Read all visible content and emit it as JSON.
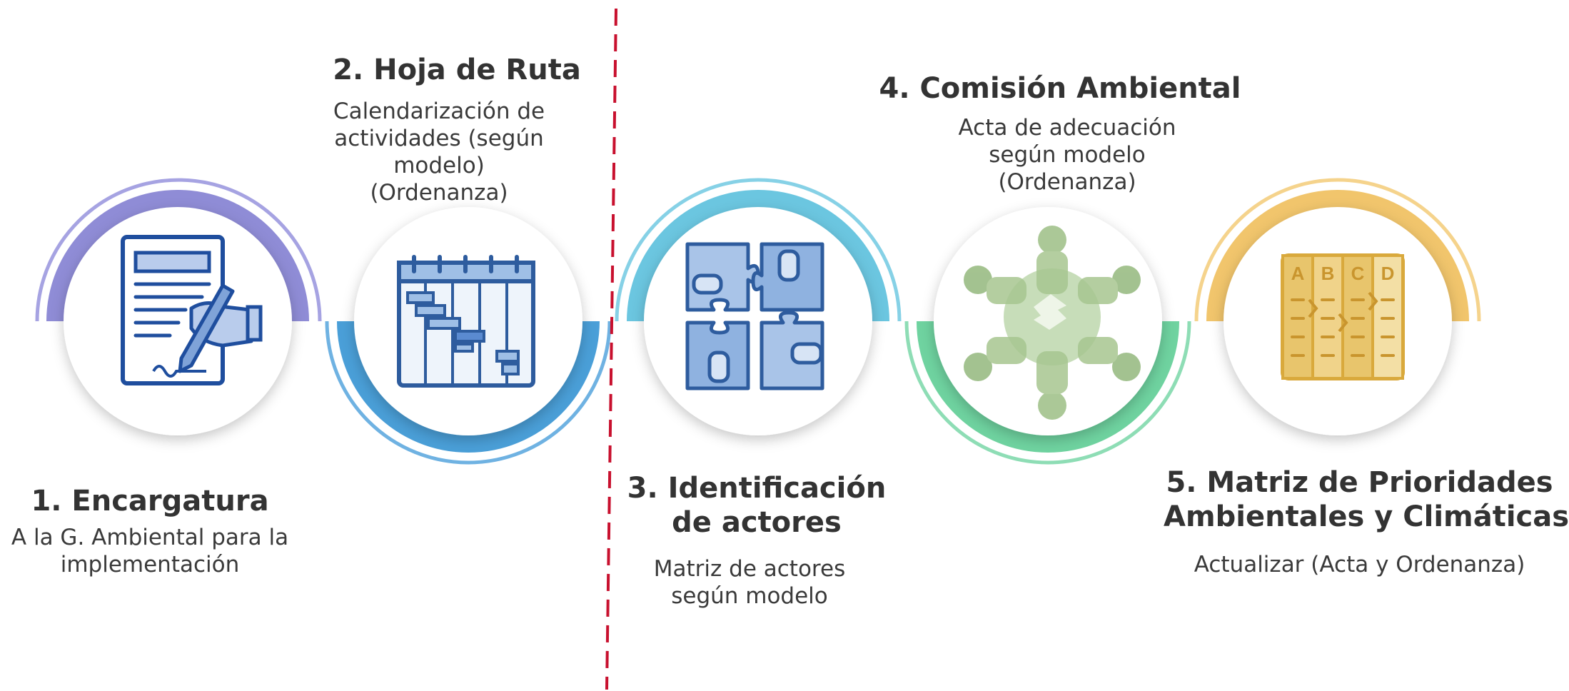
{
  "steps": [
    {
      "title": "1. Encargatura",
      "title_lines": [
        "1. Encargatura"
      ],
      "description_lines": [
        "A la G. Ambiental para la",
        "implementación"
      ],
      "icon": "contract-signing-icon",
      "color": "#8F8CD6",
      "color_light": "#A6A3E2"
    },
    {
      "title": "2. Hoja de Ruta",
      "title_lines": [
        "2. Hoja de Ruta"
      ],
      "description_lines": [
        "Calendarización de",
        "actividades  (según",
        "modelo)",
        "(Ordenanza)"
      ],
      "icon": "gantt-calendar-icon",
      "color": "#4A9FD8",
      "color_light": "#6FB2E2"
    },
    {
      "title": "3. Identificación de actores",
      "title_lines": [
        "3. Identificación",
        "de actores"
      ],
      "description_lines": [
        "Matriz de actores",
        "según modelo"
      ],
      "icon": "puzzle-hands-icon",
      "color": "#6BC6E0",
      "color_light": "#86D1E6"
    },
    {
      "title": "4. Comisión Ambiental",
      "title_lines": [
        "4. Comisión Ambiental"
      ],
      "description_lines": [
        "Acta de adecuación",
        "según modelo",
        "(Ordenanza)"
      ],
      "icon": "team-circle-icon",
      "color": "#6FD3A0",
      "color_light": "#8EDDB5"
    },
    {
      "title": "5. Matriz de Prioridades Ambientales y Climáticas",
      "title_lines": [
        "5. Matriz de Prioridades",
        "Ambientales y Climáticas"
      ],
      "description_lines": [
        "Actualizar (Acta y Ordenanza)"
      ],
      "icon": "priority-matrix-icon",
      "color": "#F1C56C",
      "color_light": "#F5D38C"
    }
  ],
  "matrix_headers": [
    "A",
    "B",
    "C",
    "D"
  ],
  "divider_color": "#C8102E"
}
